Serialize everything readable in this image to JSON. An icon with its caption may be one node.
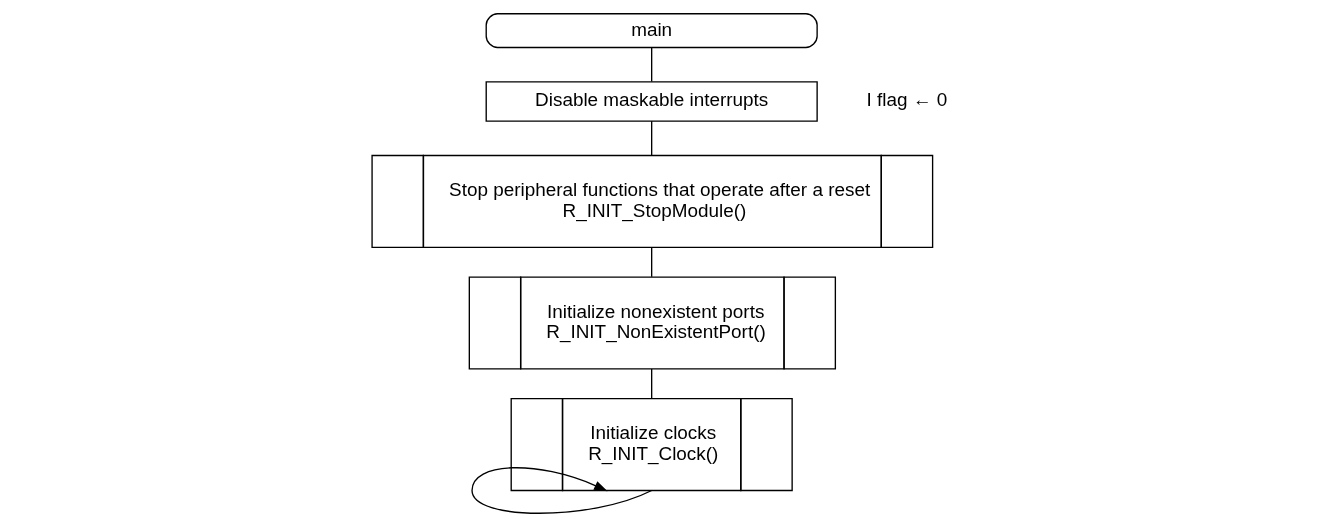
{
  "diagram": {
    "nodes": [
      {
        "text": [
          "main"
        ]
      },
      {
        "text": [
          "Disable maskable interrupts"
        ],
        "beside": [
          "I flag ← 0"
        ]
      },
      {
        "text": [
          "Stop peripheral functions that operate after a reset",
          "R_INIT_StopModule()"
        ]
      },
      {
        "text": [
          "Initialize nonexistent ports",
          "R_INIT_NonExistentPort()"
        ]
      },
      {
        "text": [
          "Initialize clocks",
          "R_INIT_Clock()"
        ]
      }
    ],
    "edges": [
      {
        "from": 0,
        "to": 1,
        "arrow": "none"
      },
      {
        "from": 1,
        "to": 2,
        "arrow": "none"
      },
      {
        "from": 2,
        "to": 3,
        "arrow": "none"
      },
      {
        "from": 3,
        "to": 4,
        "arrow": "none"
      },
      {
        "from": 4,
        "to": 4,
        "arrow": "to"
      }
    ]
  }
}
